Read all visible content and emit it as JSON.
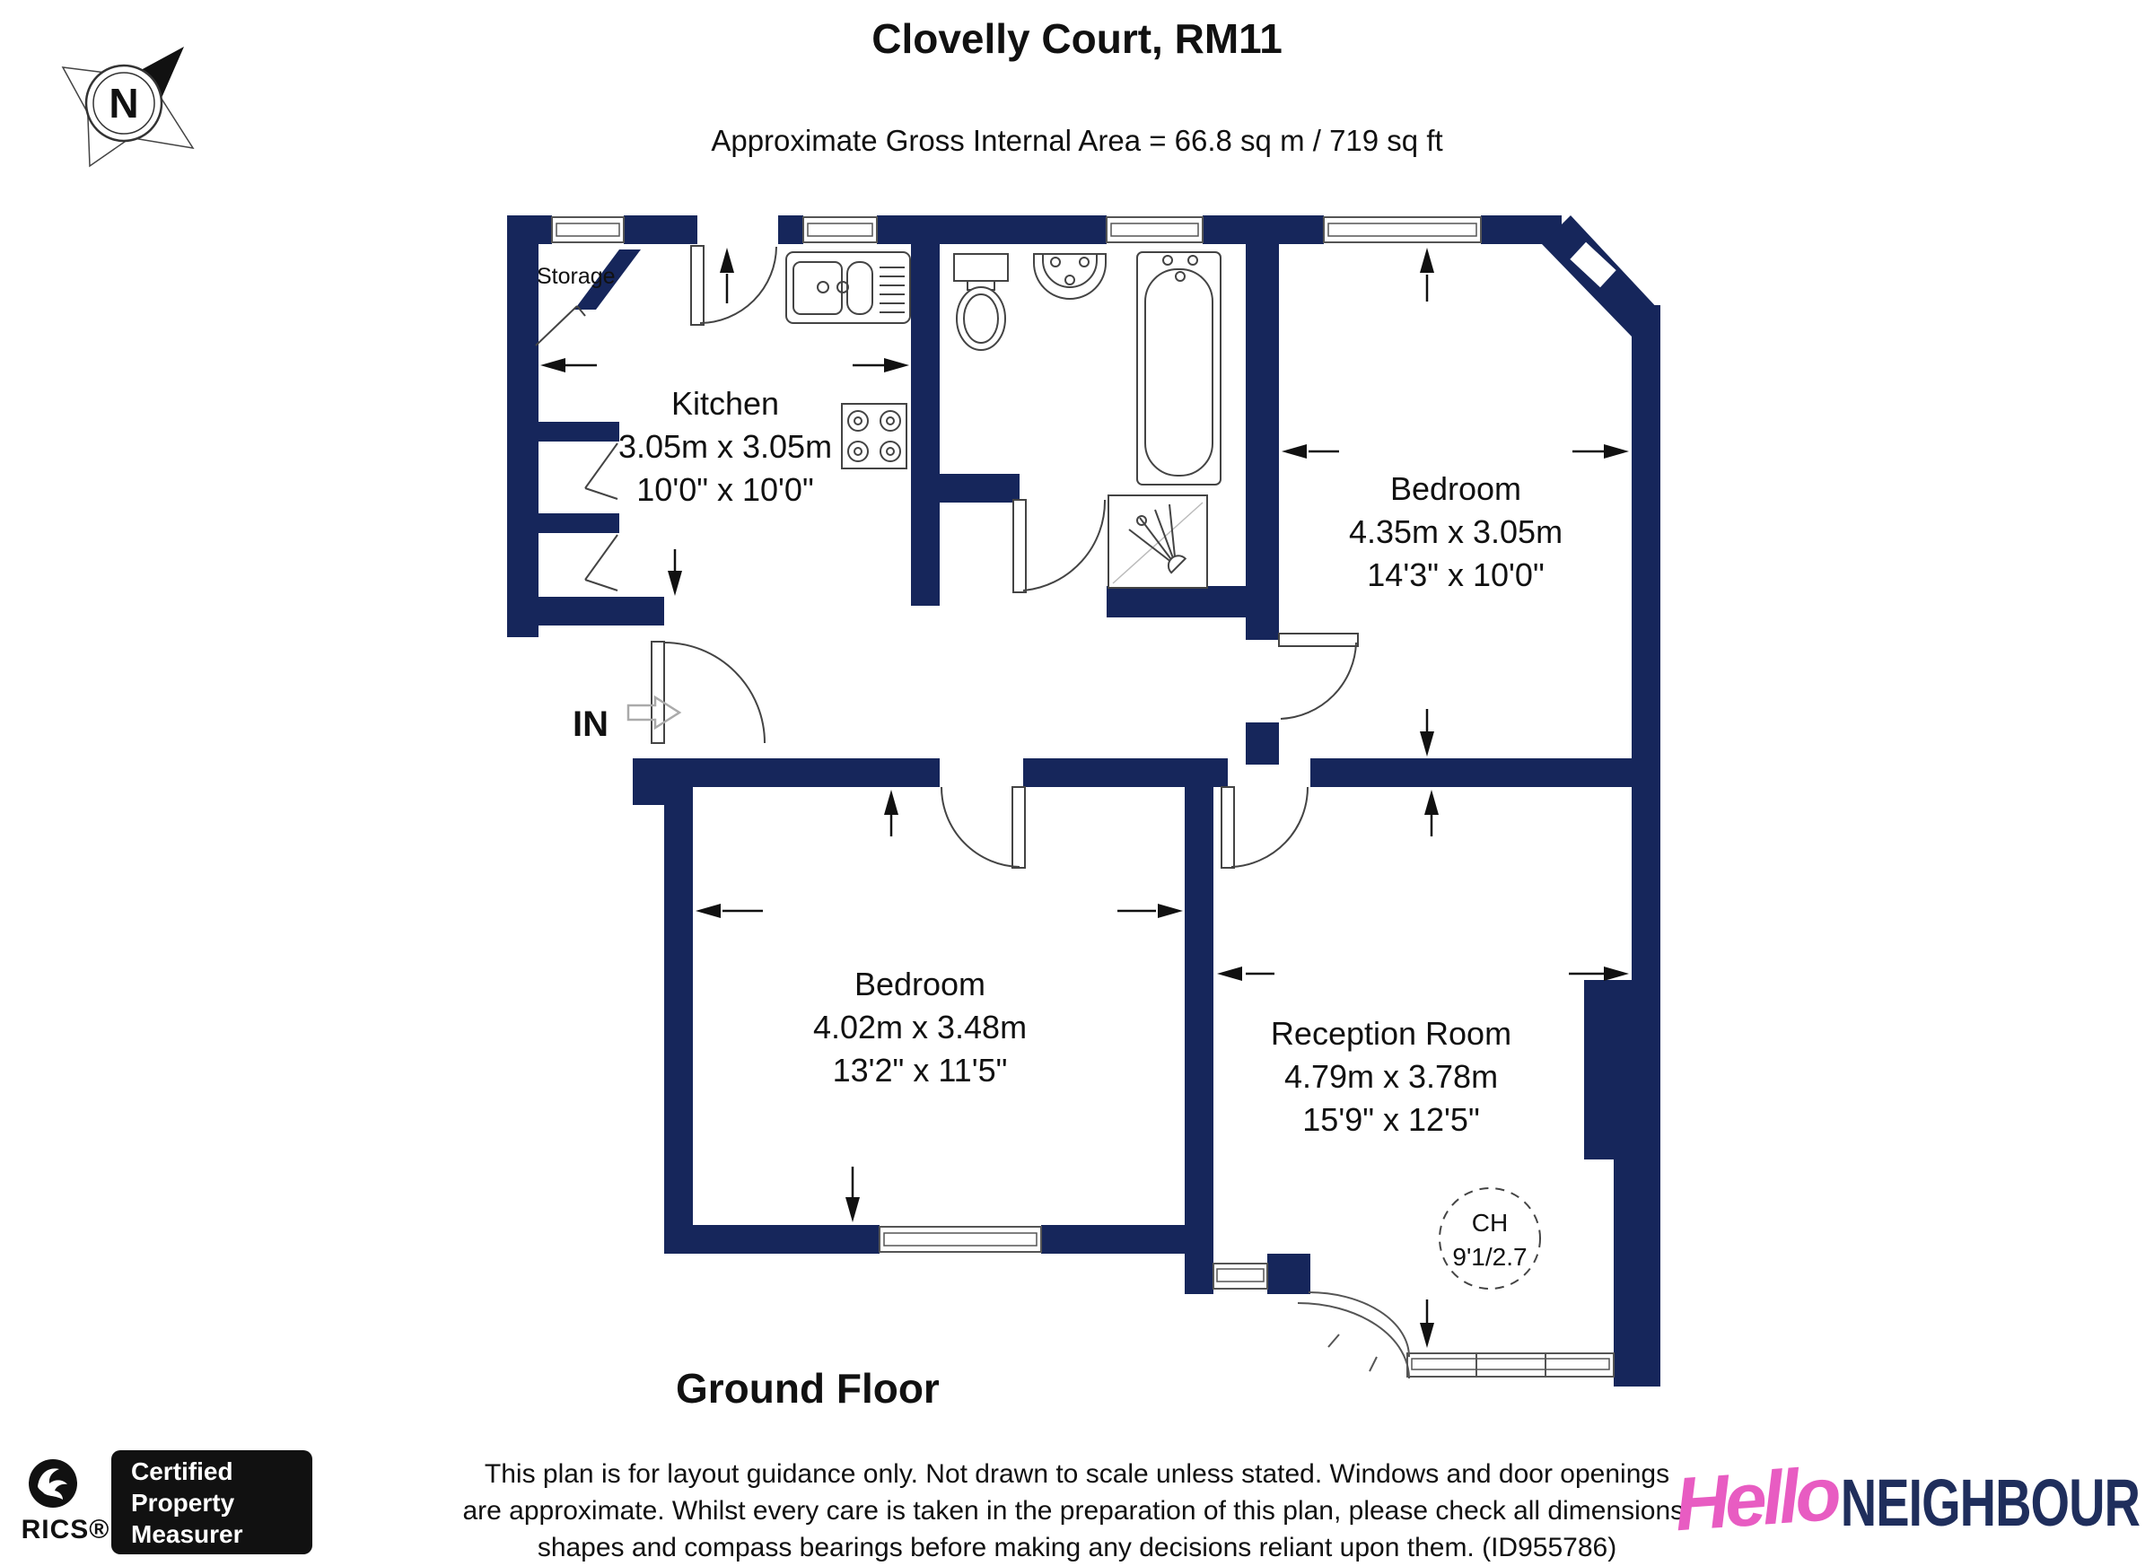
{
  "title": "Clovelly Court, RM11",
  "subtitle": "Approximate Gross Internal Area = 66.8 sq m / 719 sq ft",
  "compass": {
    "label": "N"
  },
  "plan": {
    "floor_label": "Ground Floor",
    "entrance_label": "IN",
    "rooms": {
      "storage": {
        "name": "Storage"
      },
      "kitchen": {
        "name": "Kitchen",
        "metric": "3.05m x 3.05m",
        "imperial": "10'0\" x 10'0\""
      },
      "bedroom1": {
        "name": "Bedroom",
        "metric": "4.35m x 3.05m",
        "imperial": "14'3\" x 10'0\""
      },
      "bedroom2": {
        "name": "Bedroom",
        "metric": "4.02m x 3.48m",
        "imperial": "13'2\" x 11'5\""
      },
      "reception": {
        "name": "Reception Room",
        "metric": "4.79m x 3.78m",
        "imperial": "15'9\" x 12'5\""
      }
    },
    "ceiling_height": {
      "line1": "CH",
      "line2": "9'1/2.7"
    }
  },
  "disclaimer": {
    "line1": "This plan is for layout guidance only. Not drawn to scale unless stated. Windows and door openings",
    "line2": "are approximate. Whilst every care is taken in the preparation of this plan, please check all dimensions,",
    "line3": "shapes and compass bearings before making any decisions reliant upon them. (ID955786)"
  },
  "logos": {
    "rics": {
      "brand": "RICS®",
      "badge_line1": "Certified",
      "badge_line2": "Property",
      "badge_line3": "Measurer"
    },
    "agency": {
      "script": "Hello",
      "block": "NEIGHBOUR"
    }
  },
  "colors": {
    "wall": "#16265b",
    "agency_pink": "#e85cc2",
    "agency_navy": "#1f2e5c"
  }
}
